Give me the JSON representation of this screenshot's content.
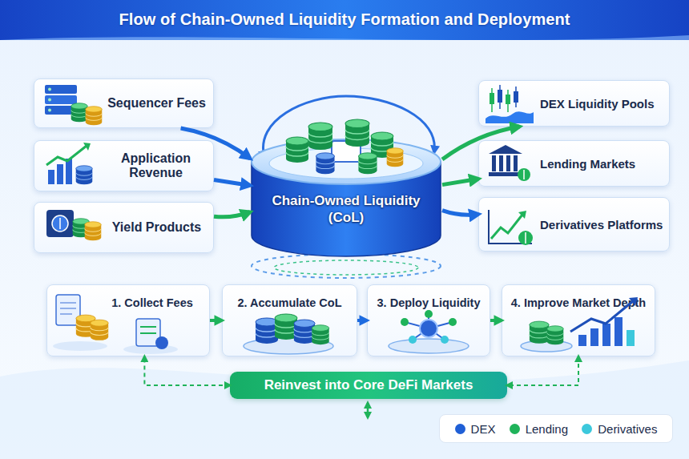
{
  "diagram": {
    "title": "Flow of Chain-Owned Liquidity Formation and Deployment",
    "nodes": [
      {
        "text": [
          "Sequencer Fees"
        ]
      },
      {
        "text": [
          "Application Revenue"
        ]
      },
      {
        "text": [
          "Yield Products"
        ]
      },
      {
        "text": [
          "Chain-Owned Liquidity (CoL)"
        ]
      },
      {
        "text": [
          "DEX Liquidity Pools"
        ]
      },
      {
        "text": [
          "Lending Markets"
        ]
      },
      {
        "text": [
          "Derivatives Platforms"
        ]
      },
      {
        "text": [
          "1. Collect Fees"
        ]
      },
      {
        "text": [
          "2. Accumulate CoL"
        ]
      },
      {
        "text": [
          "3. Deploy Liquidity"
        ]
      },
      {
        "text": [
          "4. Improve Market Depth"
        ]
      },
      {
        "text": [
          "Reinvest into Core DeFi Markets"
        ]
      }
    ],
    "edges": [
      {
        "from": 0,
        "to": 3,
        "arrow": "to"
      },
      {
        "from": 1,
        "to": 3,
        "arrow": "to"
      },
      {
        "from": 2,
        "to": 3,
        "arrow": "to"
      },
      {
        "from": 3,
        "to": 4,
        "arrow": "to"
      },
      {
        "from": 3,
        "to": 5,
        "arrow": "to"
      },
      {
        "from": 3,
        "to": 6,
        "arrow": "to"
      },
      {
        "from": 7,
        "to": 8,
        "arrow": "to"
      },
      {
        "from": 8,
        "to": 9,
        "arrow": "to"
      },
      {
        "from": 9,
        "to": 10,
        "arrow": "to"
      },
      {
        "from": 11,
        "to": 7,
        "arrow": "both"
      },
      {
        "from": 10,
        "to": 11,
        "arrow": "both"
      }
    ],
    "legend": [
      {
        "text": "DEX",
        "color": "#1f5fd6"
      },
      {
        "text": "Lending",
        "color": "#1fb35a"
      },
      {
        "text": "Derivatives",
        "color": "#3cc8dc"
      }
    ]
  }
}
